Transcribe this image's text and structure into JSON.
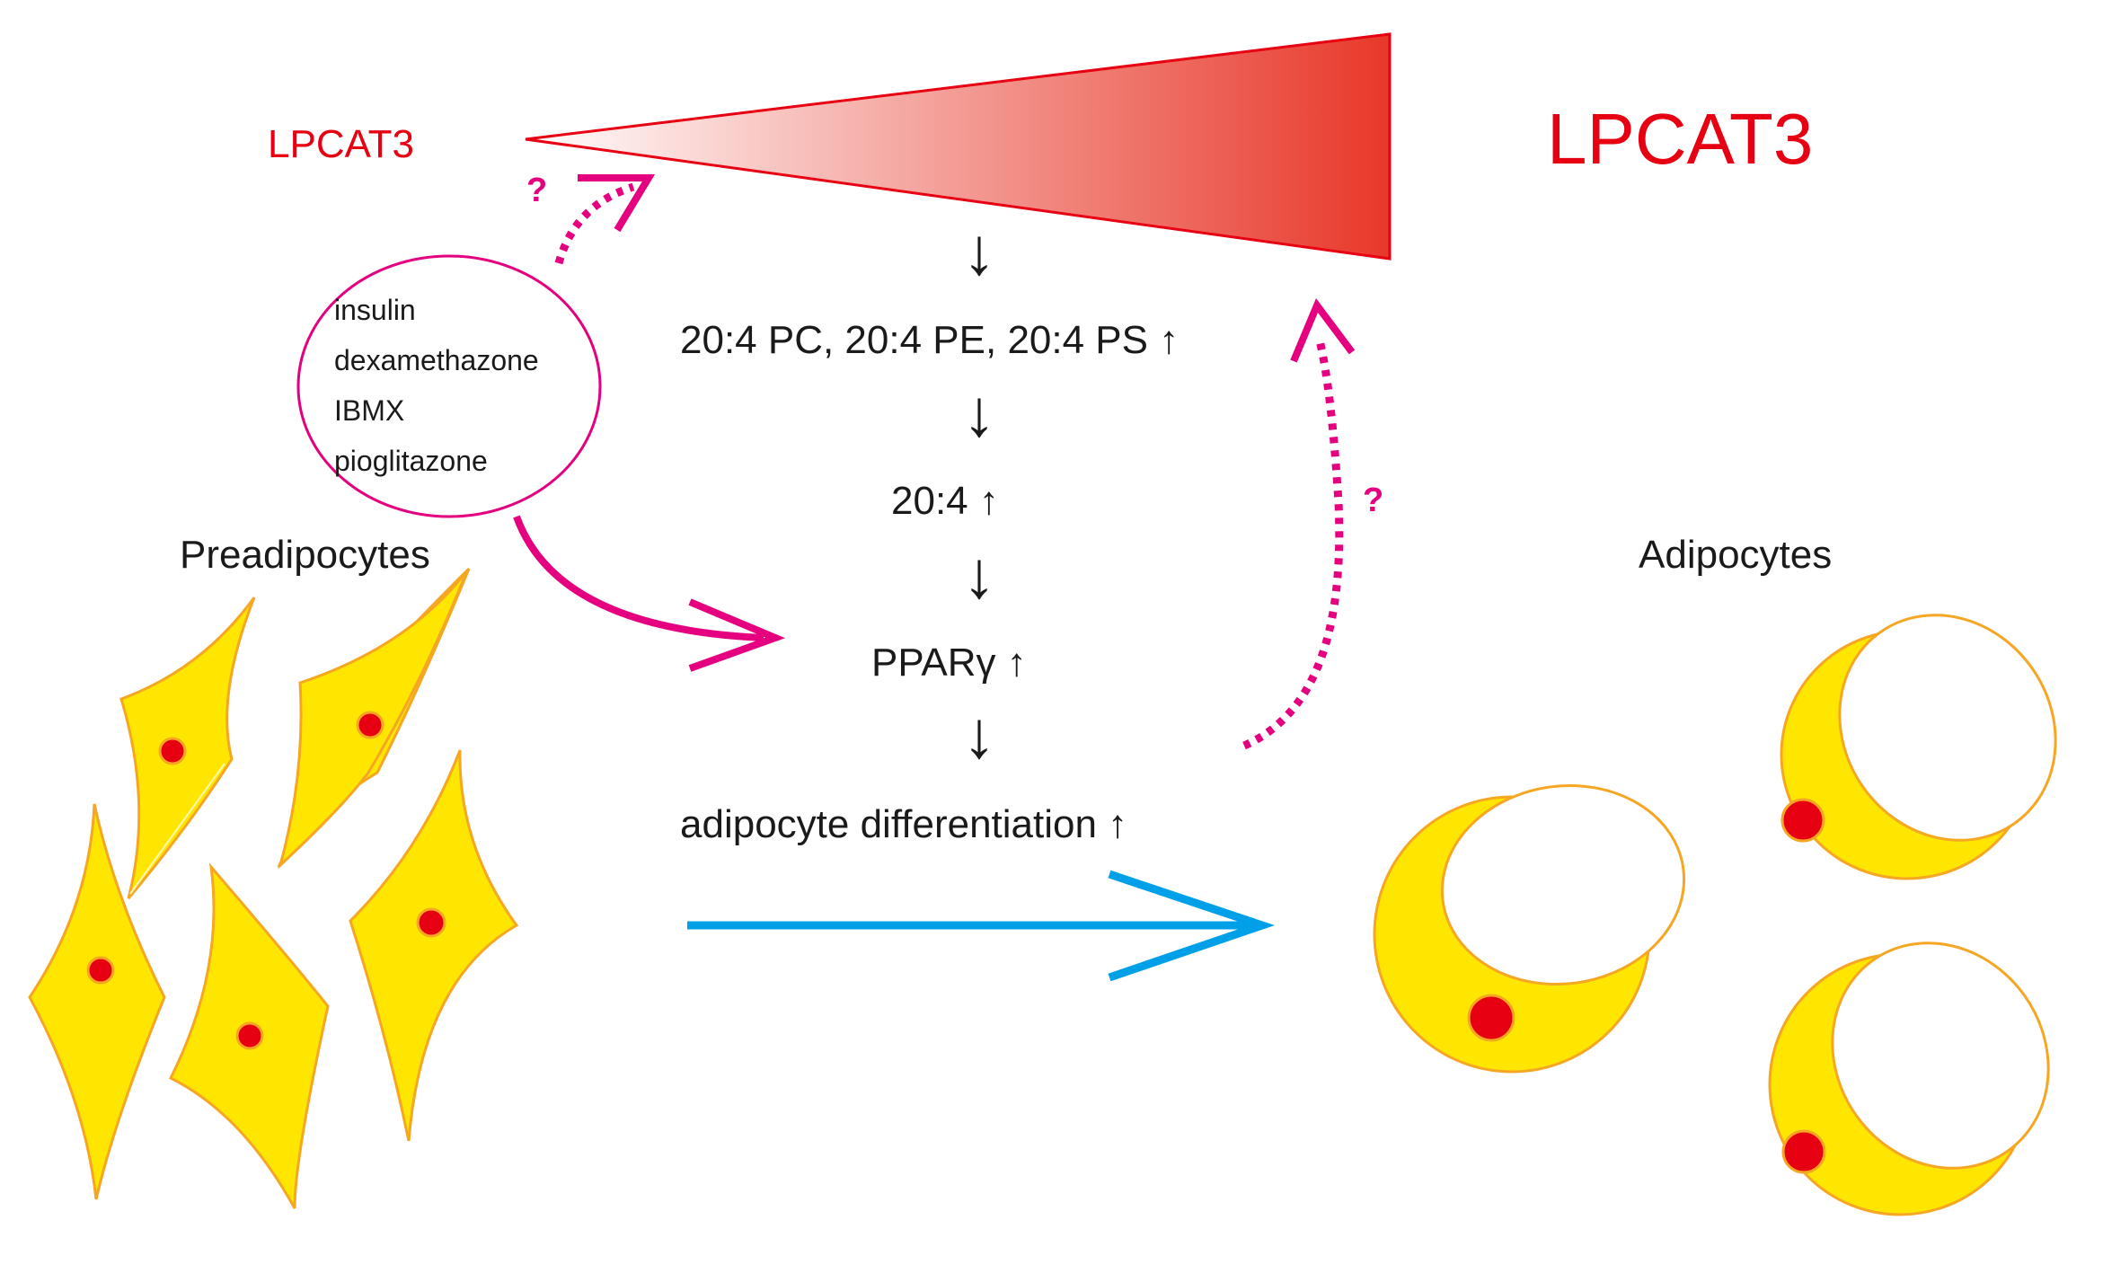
{
  "colors": {
    "lpcat3_red": "#e60012",
    "cell_fill": "#ffe600",
    "cell_stroke": "#f5a623",
    "nucleus": "#e60012",
    "magenta": "#e4007f",
    "cyan": "#00a0e9",
    "arrow_black": "#1a1a1a"
  },
  "lpcat3": {
    "low_label": "LPCAT3",
    "high_label": "LPCAT3",
    "gradient": {
      "from": "#ffffff",
      "to": "#e8382a"
    }
  },
  "inducers": [
    "insulin",
    "dexamethazone",
    "IBMX",
    "pioglitazone"
  ],
  "question_marks": {
    "top": "?",
    "right": "?"
  },
  "cascade": [
    {
      "label": "20:4 PC, 20:4 PE, 20:4 PS ↑"
    },
    {
      "label": "20:4 ↑"
    },
    {
      "label": "PPARγ ↑"
    },
    {
      "label": "adipocyte differentiation ↑"
    }
  ],
  "down_arrow_glyph": "↓",
  "cells": {
    "preadipocytes_label": "Preadipocytes",
    "adipocytes_label": "Adipocytes"
  },
  "icons": {
    "preadipocyte_shape": "spindle-cell-icon",
    "adipocyte_shape": "lipid-droplet-cell-icon",
    "nucleus": "nucleus-icon"
  }
}
